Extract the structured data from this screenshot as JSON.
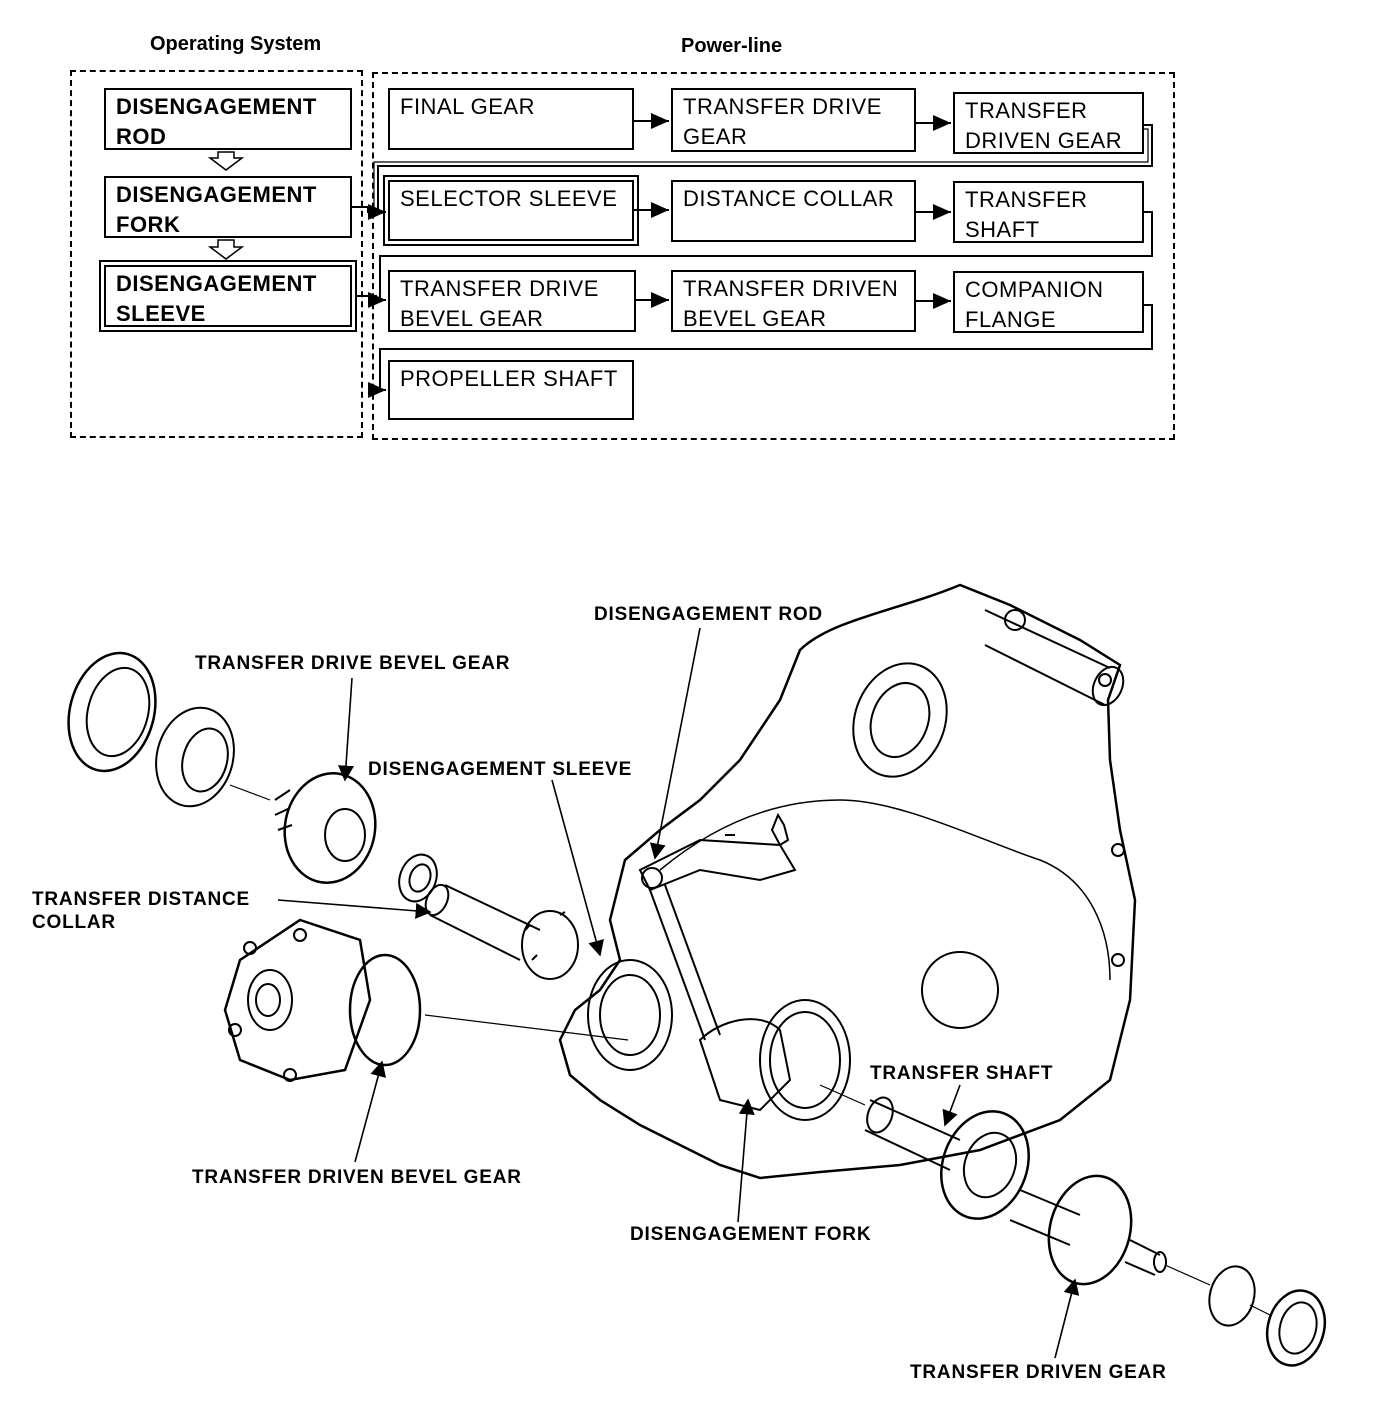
{
  "flowchart": {
    "operating_header": "Operating System",
    "powerline_header": "Power-line",
    "operating_steps": [
      "DISENGAGEMENT\nROD",
      "DISENGAGEMENT\nFORK",
      "DISENGAGEMENT\nSLEEVE"
    ],
    "powerline_steps": [
      "FINAL GEAR",
      "TRANSFER DRIVE\nGEAR",
      "TRANSFER\nDRIVEN GEAR",
      "SELECTOR SLEEVE",
      "DISTANCE COLLAR",
      "TRANSFER\nSHAFT",
      "TRANSFER DRIVE\nBEVEL GEAR",
      "TRANSFER DRIVEN\nBEVEL GEAR",
      "COMPANION\nFLANGE",
      "PROPELLER SHAFT"
    ]
  },
  "illustration": {
    "callouts": {
      "disengagement_rod": "DISENGAGEMENT ROD",
      "transfer_drive_bevel_gear": "TRANSFER DRIVE BEVEL GEAR",
      "disengagement_sleeve": "DISENGAGEMENT SLEEVE",
      "transfer_distance_collar": "TRANSFER DISTANCE\nCOLLAR",
      "transfer_shaft": "TRANSFER SHAFT",
      "transfer_driven_bevel_gear": "TRANSFER DRIVEN BEVEL GEAR",
      "disengagement_fork": "DISENGAGEMENT FORK",
      "transfer_driven_gear": "TRANSFER DRIVEN GEAR"
    }
  }
}
